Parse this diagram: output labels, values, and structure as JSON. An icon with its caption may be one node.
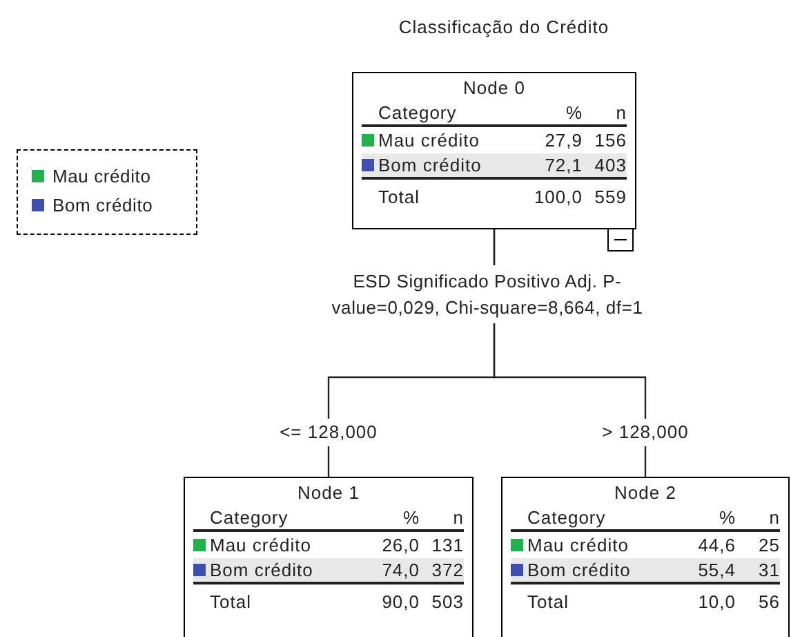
{
  "diagram": {
    "title": "Classificação do Crédito",
    "nodes": [
      {
        "text": [
          "Node 0",
          "Category",
          "%",
          "n",
          "Mau crédito",
          "27,9",
          "156",
          "Bom crédito",
          "72,1",
          "403",
          "Total",
          "100,0",
          "559"
        ]
      },
      {
        "text": [
          "Node 1",
          "Category",
          "%",
          "n",
          "Mau crédito",
          "26,0",
          "131",
          "Bom crédito",
          "74,0",
          "372",
          "Total",
          "90,0",
          "503"
        ]
      },
      {
        "text": [
          "Node 2",
          "Category",
          "%",
          "n",
          "Mau crédito",
          "44,6",
          "25",
          "Bom crédito",
          "55,4",
          "31",
          "Total",
          "10,0",
          "56"
        ]
      }
    ],
    "edges": [
      {
        "from": 0,
        "to": 1,
        "arrow": "none",
        "label": "<= 128,000"
      },
      {
        "from": 0,
        "to": 2,
        "arrow": "none",
        "label": "> 128,000"
      }
    ],
    "labels": [
      "ESD Significado Positivo Adj. P-value=0,029, Chi-square=8,664, df=1"
    ],
    "legend": [
      {
        "text": "Mau crédito",
        "color": "#22b24c"
      },
      {
        "text": "Bom crédito",
        "color": "#3f4fb0"
      }
    ]
  }
}
